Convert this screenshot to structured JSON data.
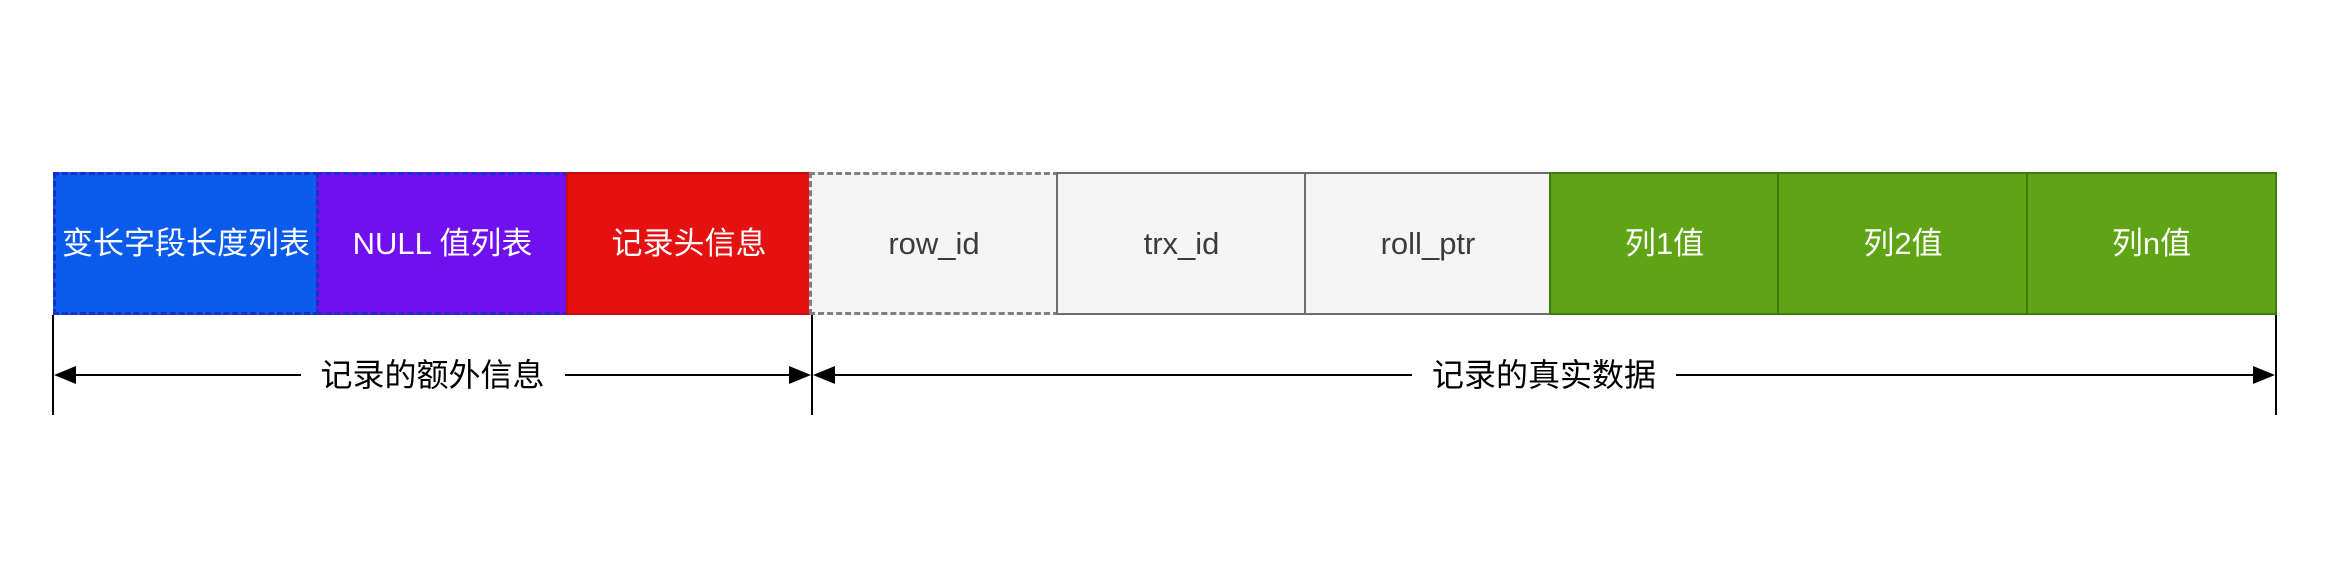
{
  "diagram": {
    "description": "InnoDB COMPACT row format layout diagram",
    "segments": [
      {
        "id": "varlen-list",
        "label": "变长字段长度列表",
        "fill": "#0a5aec",
        "border_color": "#1b2ec6",
        "border_style": "dashed",
        "text_color": "#ffffff"
      },
      {
        "id": "null-list",
        "label": "NULL 值列表",
        "fill": "#7110ef",
        "border_color": "#1b2ec6",
        "border_style": "dashed",
        "text_color": "#ffffff"
      },
      {
        "id": "record-header",
        "label": "记录头信息",
        "fill": "#e51111",
        "border_color": "#c60d0d",
        "border_style": "solid",
        "text_color": "#ffffff"
      },
      {
        "id": "row-id",
        "label": "row_id",
        "fill": "#f5f5f5",
        "border_color": "#7f7f7f",
        "border_style": "dashed",
        "text_color": "#3b3b3b"
      },
      {
        "id": "trx-id",
        "label": "trx_id",
        "fill": "#f5f5f5",
        "border_color": "#6e6e6e",
        "border_style": "solid",
        "text_color": "#3b3b3b"
      },
      {
        "id": "roll-ptr",
        "label": "roll_ptr",
        "fill": "#f5f5f5",
        "border_color": "#6e6e6e",
        "border_style": "solid",
        "text_color": "#3b3b3b"
      },
      {
        "id": "col1-value",
        "label": "列1值",
        "fill": "#5ea414",
        "border_color": "#3f7a10",
        "border_style": "solid",
        "text_color": "#ffffff"
      },
      {
        "id": "col2-value",
        "label": "列2值",
        "fill": "#5ea414",
        "border_color": "#3f7a10",
        "border_style": "solid",
        "text_color": "#ffffff"
      },
      {
        "id": "coln-value",
        "label": "列n值",
        "fill": "#5ea414",
        "border_color": "#3f7a10",
        "border_style": "solid",
        "text_color": "#ffffff"
      }
    ],
    "measures": {
      "left": {
        "label": "记录的额外信息"
      },
      "right": {
        "label": "记录的真实数据"
      }
    },
    "colors": {
      "background": "#ffffff",
      "arrow": "#000000"
    }
  }
}
